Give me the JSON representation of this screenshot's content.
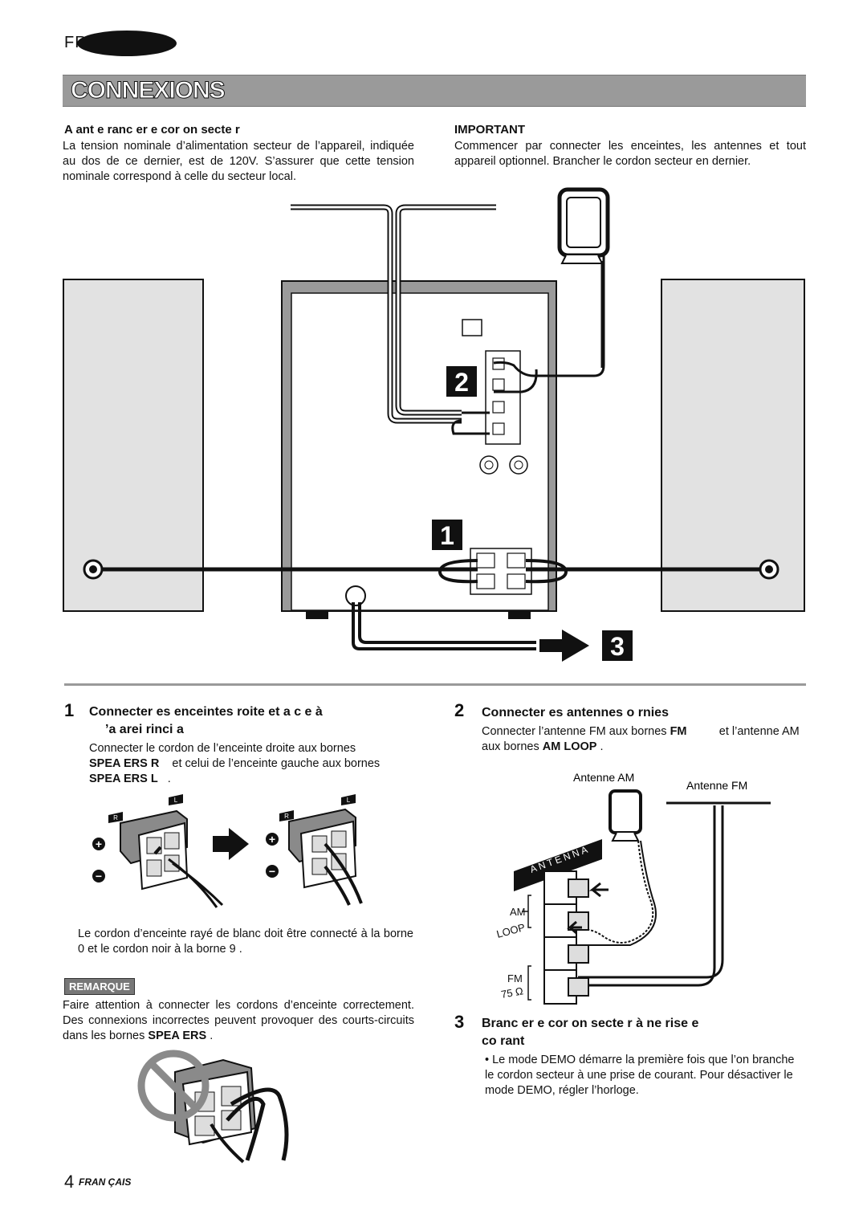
{
  "header": {
    "lang": "FR"
  },
  "title": "CONNEXIONS",
  "before": {
    "heading": "A ant e ranc er e cor on secte r",
    "text": "La tension nominale d’alimentation secteur de l’appareil, indiquée au dos de ce dernier, est de 120V. S’assurer que cette tension nominale correspond à celle du secteur local."
  },
  "important": {
    "heading": "IMPORTANT",
    "text": "Commencer par connecter les enceintes, les antennes et tout appareil optionnel. Brancher le cordon secteur en dernier."
  },
  "diagram": {
    "step1": "1",
    "step2": "2",
    "step3": "3"
  },
  "step1": {
    "num": "1",
    "title_a": "Connecter es enceintes roite et a c e à",
    "title_b": "’a arei rinci a",
    "text_a": "Connecter le cordon de l’enceinte droite aux bornes",
    "text_b1": "SPEA ERS R",
    "text_b2": "et celui de l’enceinte gauche aux bornes",
    "text_c1": "SPEA ERS L",
    "text_c2": ".",
    "label_r": "R",
    "label_l": "L",
    "plus": "+",
    "minus": "−",
    "note": "Le cordon d’enceinte rayé de blanc doit être connecté à la borne 0 et le cordon noir à la borne 9 ."
  },
  "remark": {
    "label": "REMARQUE",
    "text_a": "Faire attention à connecter les cordons d’enceinte correctement. Des connexions incorrectes peuvent provoquer des courts-circuits dans les bornes",
    "text_b": "SPEA ERS",
    "text_c": "."
  },
  "step2": {
    "num": "2",
    "title": "Connecter es antennes o rnies",
    "text_a": "Connecter l’antenne FM aux bornes",
    "text_b": "FM",
    "text_c": "et l’antenne AM aux bornes",
    "text_d": "AM LOOP",
    "text_e": ".",
    "antenne_am": "Antenne AM",
    "antenne_fm": "Antenne FM",
    "antenna": "ANTENNA",
    "am": "AM",
    "loop": "LOOP",
    "fm": "FM",
    "ohm": "75 Ω"
  },
  "step3": {
    "num": "3",
    "title_a": "Branc er e cor on secte r à ne rise e",
    "title_b": "co rant",
    "bullet": "• Le mode DEMO démarre la première fois que l’on branche le cordon secteur à une prise de courant. Pour désactiver le mode DEMO, régler l’horloge."
  },
  "footer": {
    "page": "4",
    "lang": "FRAN ÇAIS"
  }
}
